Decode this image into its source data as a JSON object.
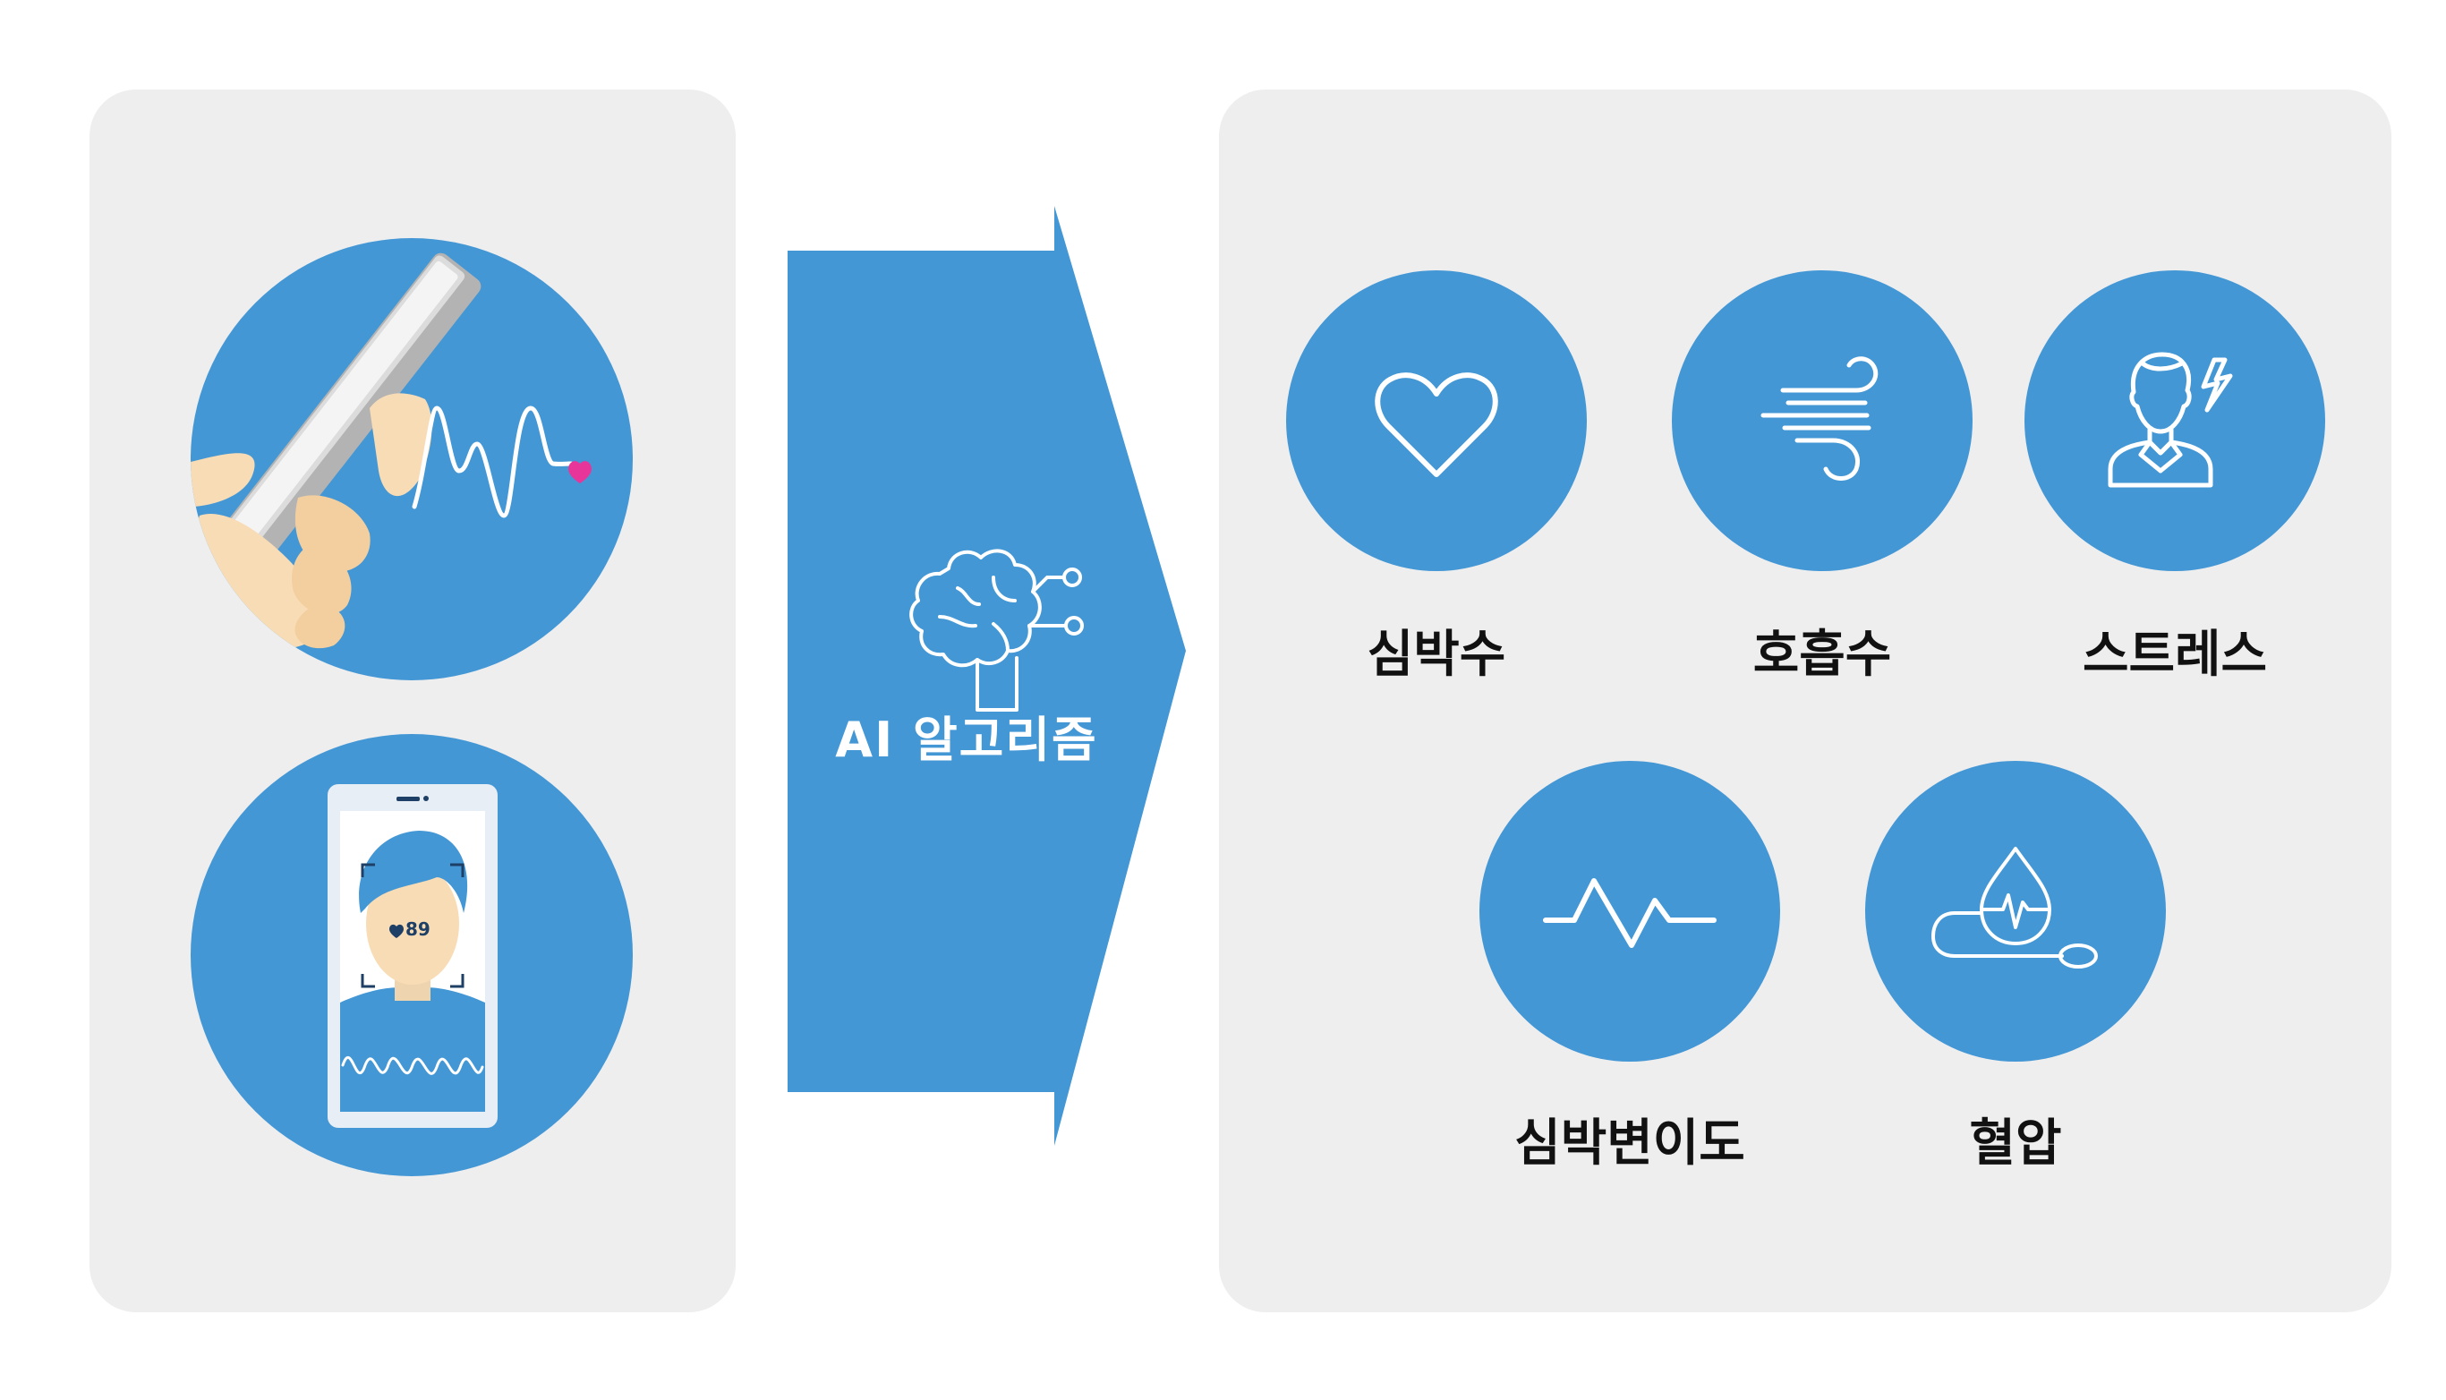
{
  "arrow": {
    "label": "AI 알고리즘",
    "icon": "brain-network-icon"
  },
  "input_methods": [
    {
      "name": "fingertip-phone-measurement",
      "icon": "hand-holding-phone-icon"
    },
    {
      "name": "face-camera-measurement",
      "icon": "phone-face-scan-icon",
      "heart_rate_value": "89"
    }
  ],
  "outputs": [
    {
      "label": "심박수",
      "icon": "heart-icon"
    },
    {
      "label": "호흡수",
      "icon": "wind-icon"
    },
    {
      "label": "스트레스",
      "icon": "stressed-person-icon"
    },
    {
      "label": "심박변이도",
      "icon": "ecg-wave-icon"
    },
    {
      "label": "혈압",
      "icon": "blood-pressure-drop-icon"
    }
  ],
  "colors": {
    "panel": "#eeeeef",
    "accent_blue": "#4497d5",
    "skin": "#f8dcb5",
    "phone_gray": "#b3b3b3",
    "heart_pink": "#e8359a",
    "text": "#111111"
  }
}
